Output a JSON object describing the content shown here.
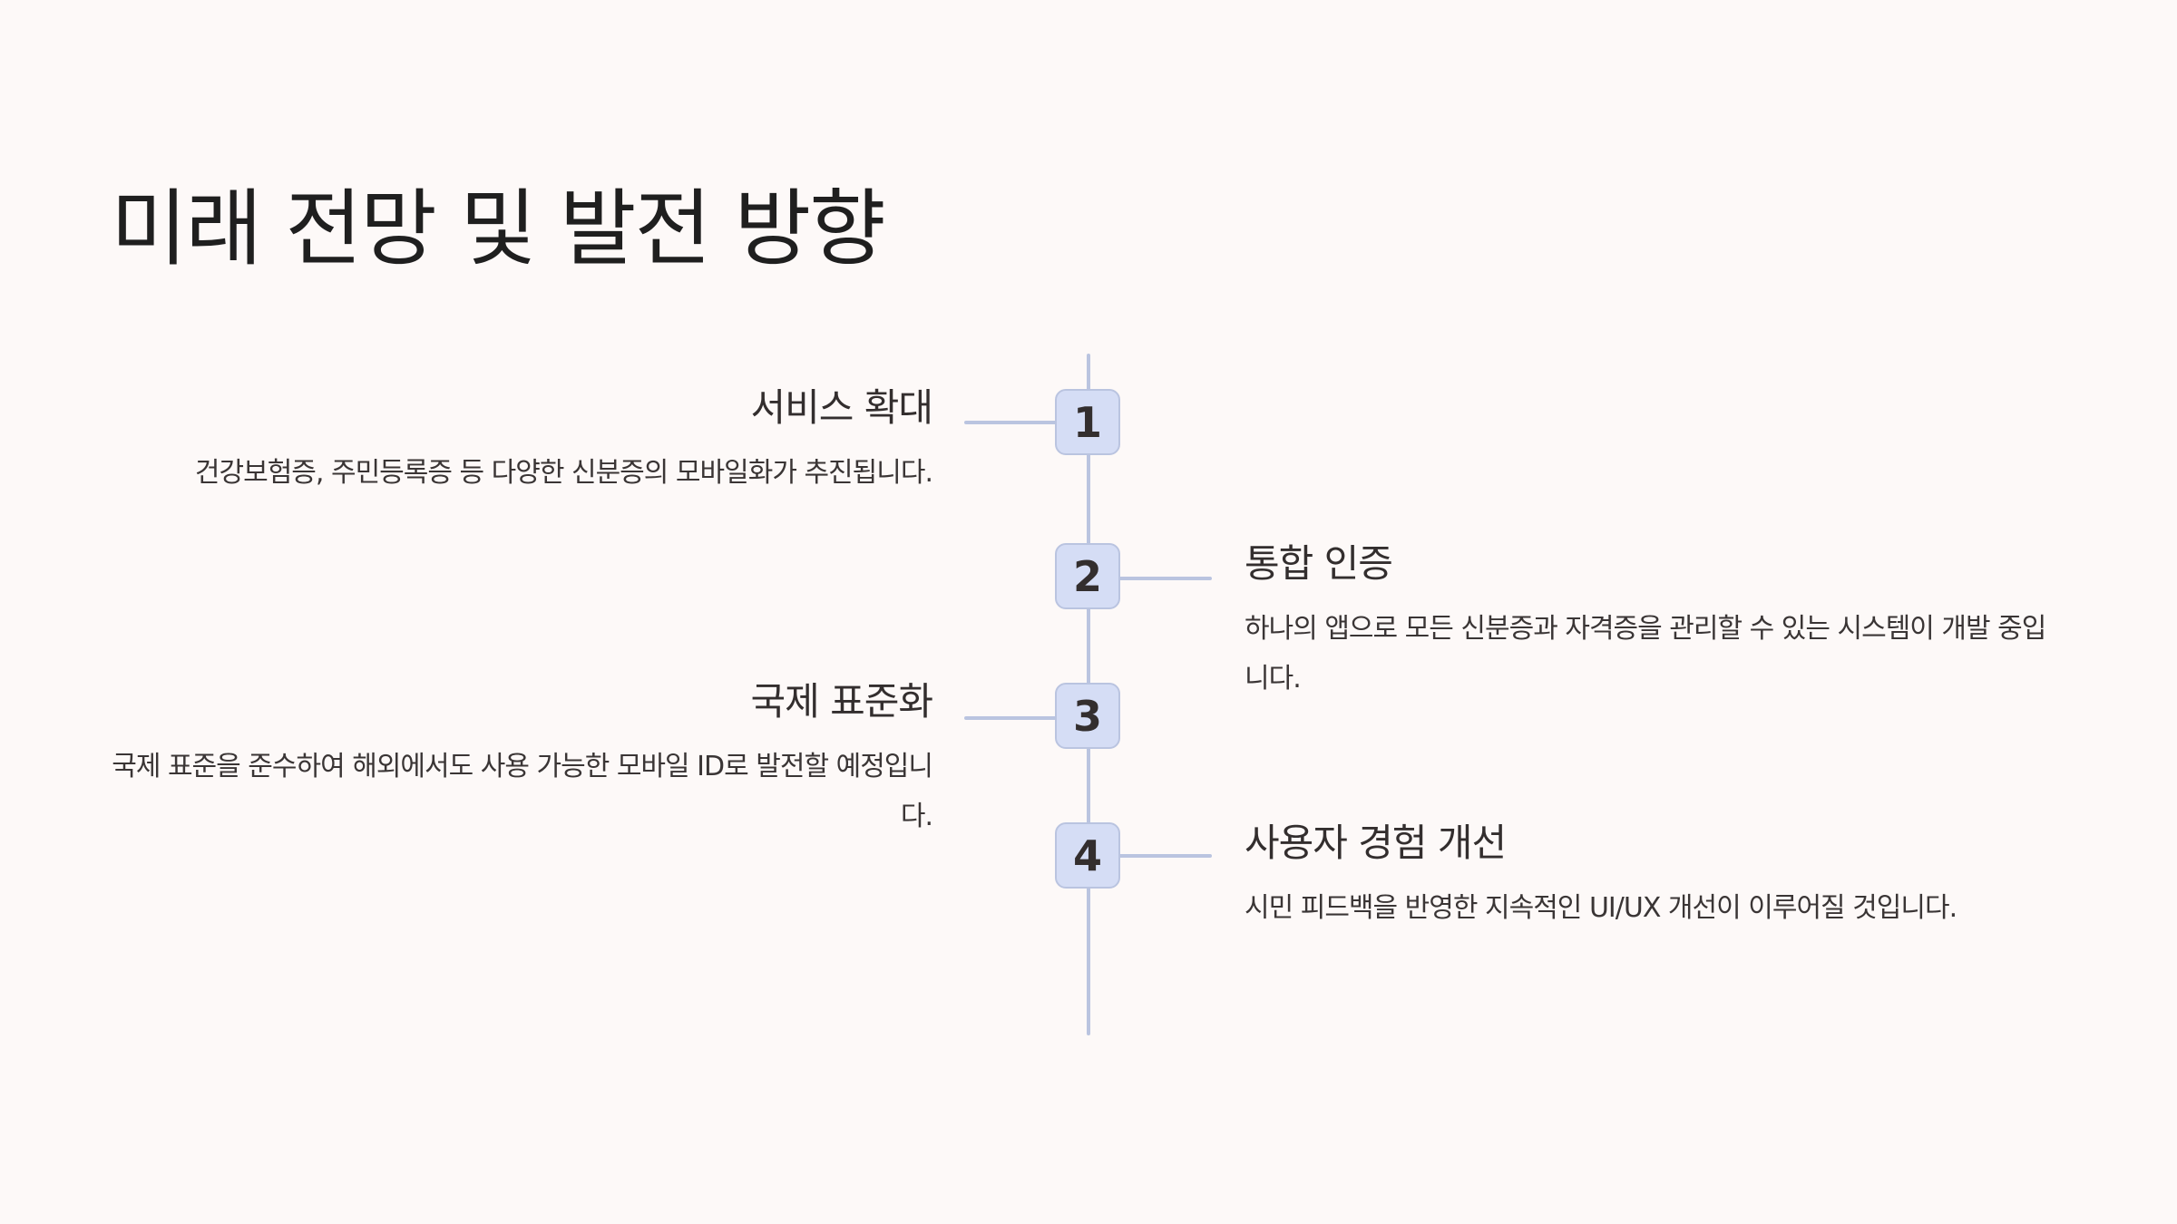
{
  "page": {
    "title": "미래 전망 및 발전 방향",
    "colors": {
      "background": "#FDF9F8",
      "accent_line": "#BAC4E0",
      "marker_fill": "#D5DDF5",
      "text": "#3A3535"
    }
  },
  "timeline": [
    {
      "number": "1",
      "side": "left",
      "heading": "서비스 확대",
      "body": "건강보험증, 주민등록증 등 다양한 신분증의 모바일화가 추진됩니다."
    },
    {
      "number": "2",
      "side": "right",
      "heading": "통합 인증",
      "body": "하나의 앱으로 모든 신분증과 자격증을 관리할 수 있는 시스템이 개발 중입니다."
    },
    {
      "number": "3",
      "side": "left",
      "heading": "국제 표준화",
      "body": "국제 표준을 준수하여 해외에서도 사용 가능한 모바일 ID로 발전할 예정입니다."
    },
    {
      "number": "4",
      "side": "right",
      "heading": "사용자 경험 개선",
      "body": "시민 피드백을 반영한 지속적인 UI/UX 개선이 이루어질 것입니다."
    }
  ]
}
